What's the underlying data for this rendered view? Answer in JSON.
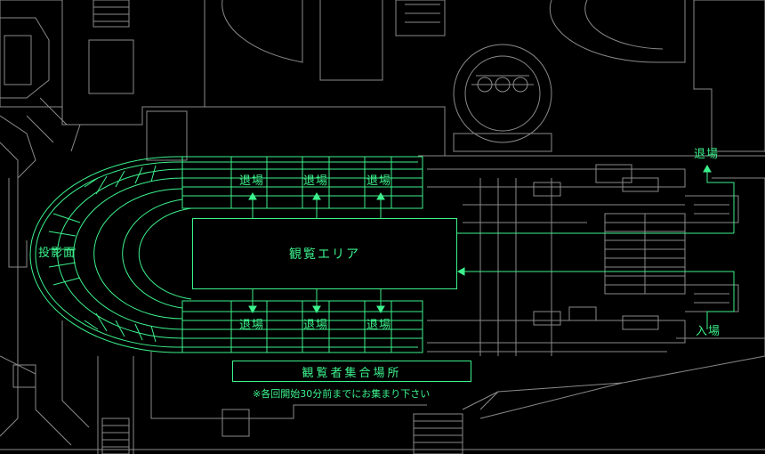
{
  "colors": {
    "accent": "#3cf28c",
    "linework": "#8a8a8a",
    "background": "#000000"
  },
  "labels": {
    "projection_surface": "投影面",
    "viewing_area": "観覧エリア",
    "exit": "退場",
    "entrance": "入場",
    "gathering_place": "観覧者集合場所",
    "gathering_note": "※各回開始30分前までにお集まり下さい"
  }
}
